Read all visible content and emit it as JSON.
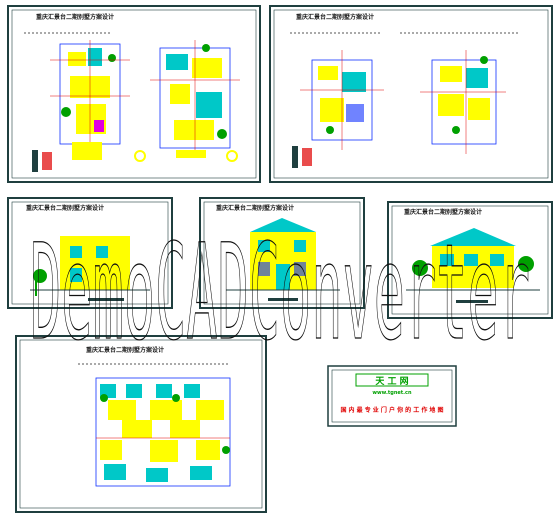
{
  "drawing": {
    "sheets": [
      {
        "id": "sheet-1",
        "title": "重庆汇景台二期别墅方案设计"
      },
      {
        "id": "sheet-2",
        "title": "重庆汇景台二期别墅方案设计"
      },
      {
        "id": "sheet-3",
        "title": "重庆汇景台二期别墅方案设计"
      },
      {
        "id": "sheet-4",
        "title": "重庆汇景台二期别墅方案设计"
      },
      {
        "id": "sheet-5",
        "title": "重庆汇景台二期别墅方案设计"
      },
      {
        "id": "sheet-6",
        "title": "重庆汇景台二期别墅方案设计"
      }
    ],
    "stamp": {
      "site_name": "天 工 网",
      "url": "www.tgnet.cn",
      "slogan": "国 内 最 专 业 门 户  你 的 工 作 地 图"
    },
    "watermark": "DemoCADConverter",
    "colors": {
      "sheet_border": "#1f3f3f",
      "plan_fill": "#ffff00",
      "accent_cyan": "#00c8c8",
      "accent_blue": "#1030ff",
      "accent_red": "#e00000",
      "accent_green": "#00a000",
      "accent_magenta": "#e000e0",
      "stamp_green": "#00a000",
      "stamp_red": "#e00000"
    }
  }
}
